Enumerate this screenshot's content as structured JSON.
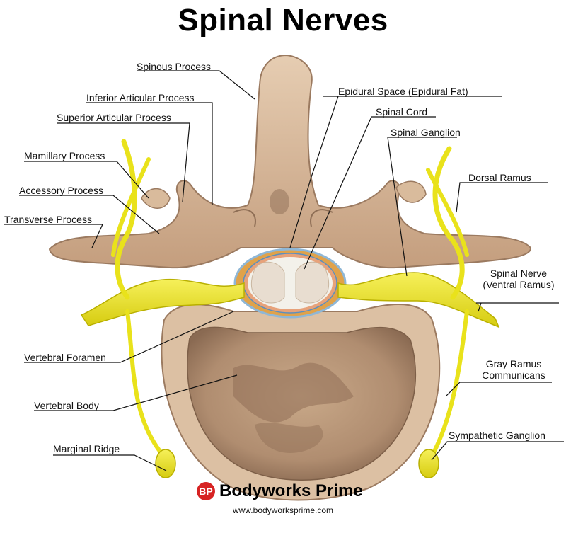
{
  "title": "Spinal Nerves",
  "labels": {
    "spinous_process": "Spinous Process",
    "inferior_articular_process": "Inferior Articular Process",
    "superior_articular_process": "Superior Articular Process",
    "mamillary_process": "Mamillary Process",
    "accessory_process": "Accessory Process",
    "transverse_process": "Transverse Process",
    "epidural_space": "Epidural Space (Epidural Fat)",
    "spinal_cord": "Spinal Cord",
    "spinal_ganglion": "Spinal Ganglion",
    "dorsal_ramus": "Dorsal Ramus",
    "spinal_nerve_line1": "Spinal Nerve",
    "spinal_nerve_line2": "(Ventral Ramus)",
    "vertebral_foramen": "Vertebral Foramen",
    "gray_ramus_line1": "Gray Ramus",
    "gray_ramus_line2": "Communicans",
    "vertebral_body": "Vertebral Body",
    "sympathetic_ganglion": "Sympathetic Ganglion",
    "marginal_ridge": "Marginal Ridge"
  },
  "brand": {
    "logo_text": "BP",
    "name": "Bodyworks Prime",
    "url": "www.bodyworksprime.com"
  },
  "colors": {
    "bone": "#d8b99a",
    "bone_dark": "#b08866",
    "body_texture": "#a6826a",
    "nerve": "#e9e21b",
    "nerve_dark": "#b9b000",
    "cord_outer": "#e7a27a",
    "cord_inner": "#f3f1ea",
    "epidural": "#e0a24a",
    "brand_red": "#d72323"
  }
}
